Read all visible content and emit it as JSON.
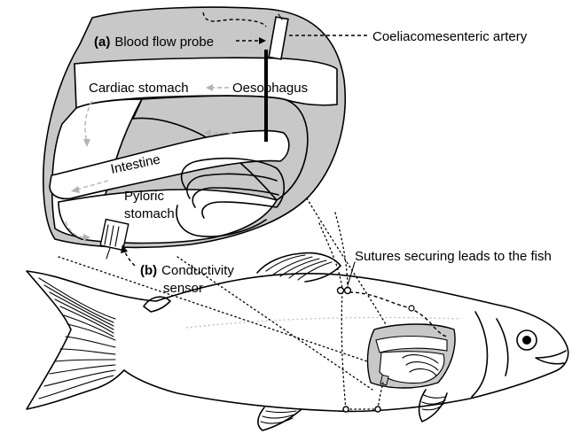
{
  "labels": {
    "probe_marker": "(a)",
    "probe_text": "Blood flow probe",
    "artery": "Coeliacomesenteric artery",
    "cardiac_stomach": "Cardiac stomach",
    "oesophagus": "Oesophagus",
    "intestine": "Intestine",
    "pyloric_line1": "Pyloric",
    "pyloric_line2": "stomach",
    "sensor_marker": "(b)",
    "sensor_line1": "Conductivity",
    "sensor_line2": "sensor",
    "sutures": "Sutures securing leads to the fish"
  },
  "colors": {
    "tissue_grey": "#c8c8c8",
    "outline": "#000000",
    "flow_arrow_grey": "#b3b3b3"
  }
}
